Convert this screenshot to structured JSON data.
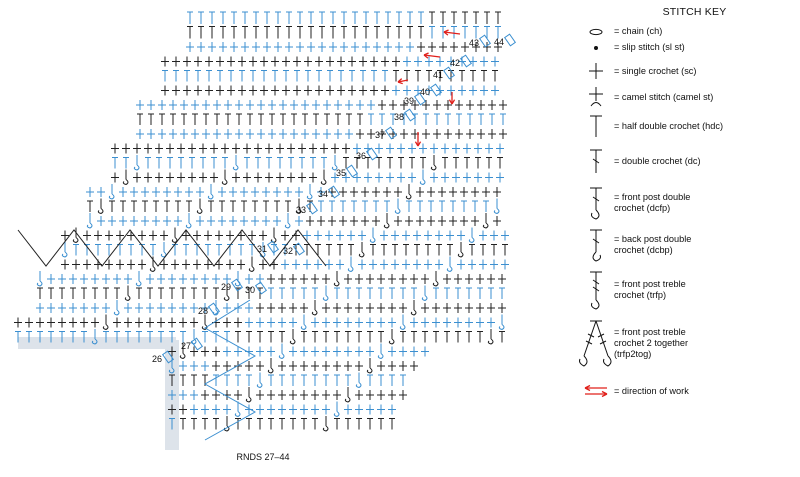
{
  "diagram": {
    "caption": "RNDS 27–44",
    "round_labels": [
      {
        "n": "26"
      },
      {
        "n": "27"
      },
      {
        "n": "28"
      },
      {
        "n": "29"
      },
      {
        "n": "30"
      },
      {
        "n": "31"
      },
      {
        "n": "32"
      },
      {
        "n": "33"
      },
      {
        "n": "34"
      },
      {
        "n": "35"
      },
      {
        "n": "36"
      },
      {
        "n": "37"
      },
      {
        "n": "38"
      },
      {
        "n": "39"
      },
      {
        "n": "40"
      },
      {
        "n": "41"
      },
      {
        "n": "42"
      },
      {
        "n": "43"
      },
      {
        "n": "44"
      }
    ],
    "colors": {
      "black_rounds": "#222222",
      "blue_rounds": "#3b8fd0",
      "direction_arrow": "#e0201b",
      "shaded_edge": "#dde3ea"
    }
  },
  "stitch_key": {
    "title": "STITCH KEY",
    "items": [
      {
        "symbol": "chain-icon",
        "text": "= chain (ch)"
      },
      {
        "symbol": "slip-stitch-icon",
        "text": "= slip stitch (sl st)"
      },
      {
        "symbol": "single-crochet-icon",
        "text": "= single crochet (sc)"
      },
      {
        "symbol": "camel-stitch-icon",
        "text": "= camel stitch (camel st)"
      },
      {
        "symbol": "half-double-crochet-icon",
        "text": "= half double crochet (hdc)"
      },
      {
        "symbol": "double-crochet-icon",
        "text": "= double crochet (dc)"
      },
      {
        "symbol": "front-post-double-crochet-icon",
        "line1": "= front post double",
        "line2": "crochet (dcfp)"
      },
      {
        "symbol": "back-post-double-crochet-icon",
        "line1": "= back post double",
        "line2": "crochet (dcbp)"
      },
      {
        "symbol": "front-post-treble-crochet-icon",
        "line1": "= front post treble",
        "line2": "crochet (trfp)"
      },
      {
        "symbol": "trfp2tog-icon",
        "line1": "= front post treble",
        "line2": "crochet 2 together",
        "line3": "(trfp2tog)"
      },
      {
        "symbol": "direction-arrow-icon",
        "text": "= direction of work"
      }
    ]
  }
}
